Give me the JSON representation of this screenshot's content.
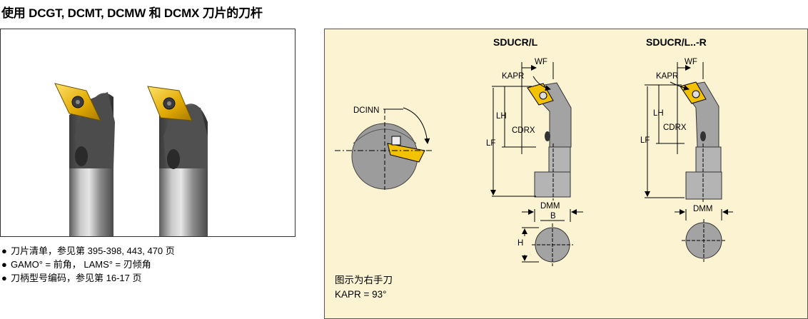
{
  "title": "使用 DCGT, DCMT, DCMW 和 DCMX 刀片的刀杆",
  "notes": [
    "刀片清单，参见第 395-398, 443, 470 页",
    "GAMO° = 前角，  LAMS° = 刃倾角",
    "刀柄型号编码，参见第 16-17 页"
  ],
  "diagram": {
    "holder_left_title": "SDUCR/L",
    "holder_right_title": "SDUCR/L..-R",
    "labels": {
      "dcinn": "DCINN",
      "kapr": "KAPR",
      "wf": "WF",
      "lh": "LH",
      "lf": "LF",
      "cdrx": "CDRX",
      "dmm": "DMM",
      "b": "B",
      "h": "H"
    },
    "caption_line1": "图示为右手刀",
    "caption_line2": "KAPR = 93°"
  },
  "colors": {
    "panel_bg": "#fbf3d2",
    "insert_yellow": "#f2c200",
    "holder_gray": "#a3a3a3"
  }
}
